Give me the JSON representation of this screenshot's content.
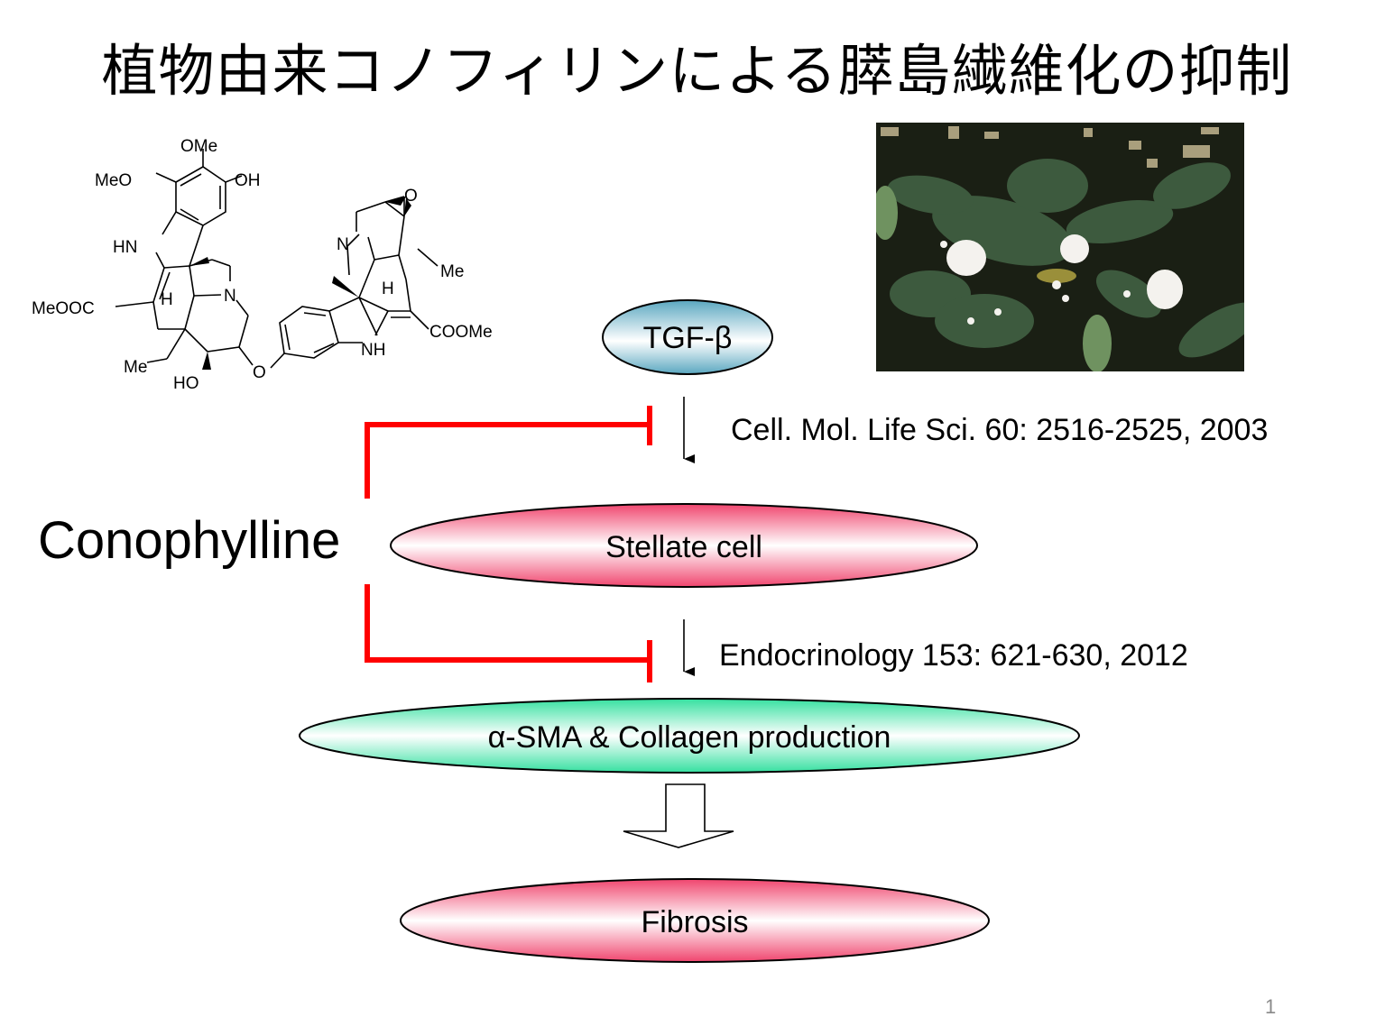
{
  "slide": {
    "title": "植物由来コノフィリンによる膵島繊維化の抑制",
    "page_number": "1"
  },
  "compound": {
    "name": "Conophylline",
    "structure_labels": {
      "ome_top": "OMe",
      "meo": "MeO",
      "oh": "OH",
      "hn": "HN",
      "meooc": "MeOOC",
      "h_left": "H",
      "n_left": "N",
      "me_left": "Me",
      "ho": "HO",
      "o_furan": "O",
      "o_epoxide": "O",
      "n_right": "N",
      "h_right": "H",
      "me_right": "Me",
      "coome": "COOMe",
      "nh": "NH"
    }
  },
  "photo": {
    "subject": "Tabernaemontana plant with white flowers"
  },
  "pathway": {
    "nodes": [
      {
        "id": "tgf",
        "label": "TGF-β",
        "fill": "#5aa7c0"
      },
      {
        "id": "stellate",
        "label": "Stellate cell",
        "fill": "#f0456e"
      },
      {
        "id": "production",
        "label": "α-SMA & Collagen production",
        "fill": "#35e0a0"
      },
      {
        "id": "fibrosis",
        "label": "Fibrosis",
        "fill": "#f0456e"
      }
    ],
    "references": [
      {
        "text": "Cell. Mol. Life Sci. 60: 2516-2525, 2003"
      },
      {
        "text": "Endocrinology 153: 621-630, 2012"
      }
    ],
    "inhibitor_color": "#ff0000"
  }
}
